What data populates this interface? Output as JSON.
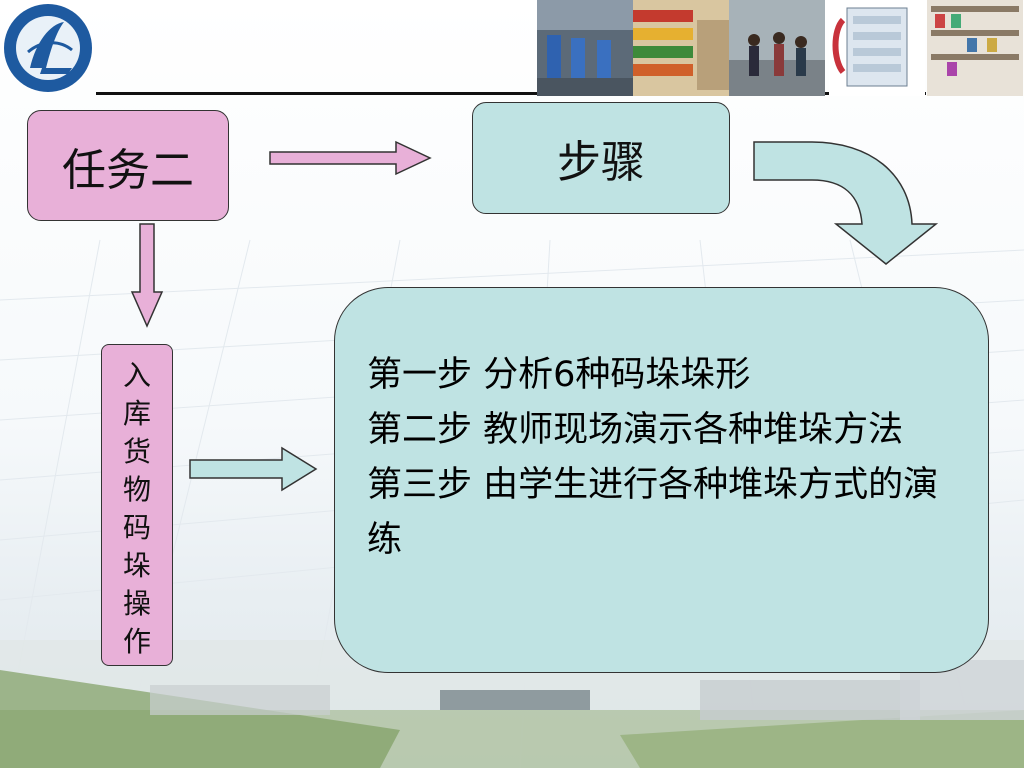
{
  "task_label": "任务二",
  "steps_title": "步骤",
  "vertical_label": "入库货物码垛操作",
  "steps": [
    "第一步   分析6种码垛垛形",
    "第二步   教师现场演示各种堆垛方法",
    "第三步  由学生进行各种堆垛方式的演练"
  ],
  "colors": {
    "pink": "#e8b0d8",
    "teal": "#bfe3e3",
    "logo_blue": "#1e5aa0"
  },
  "header_photos": [
    "warehouse-photo",
    "supermarket-shelves-photo",
    "workers-photo",
    "storage-rack-diagram",
    "shelving-photo"
  ]
}
